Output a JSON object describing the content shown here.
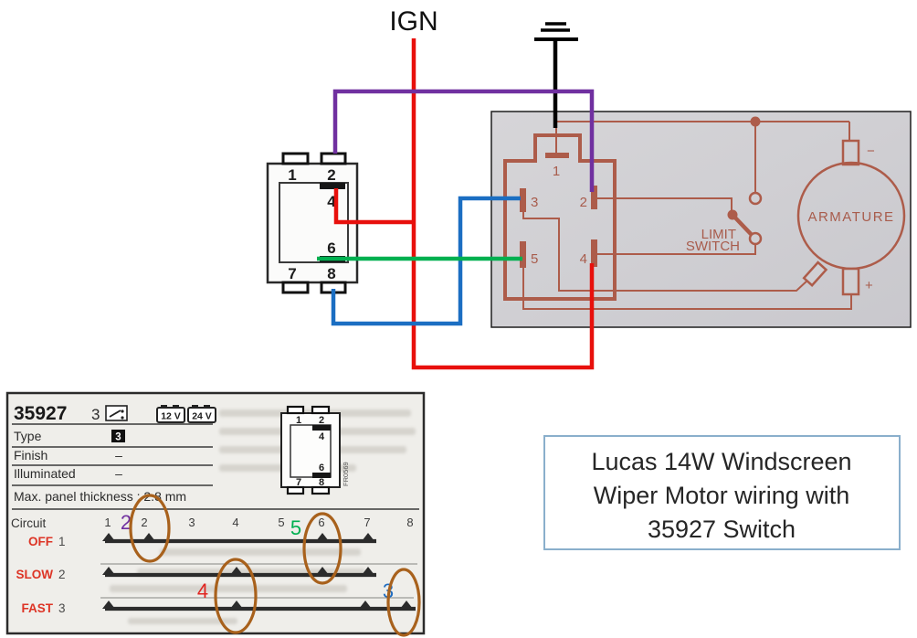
{
  "caption": {
    "line1": "Lucas 14W Windscreen",
    "line2": "Wiper Motor wiring with",
    "line3": "35927 Switch"
  },
  "wiring": {
    "ign_label": "IGN",
    "switch_connector": {
      "pin1": "1",
      "pin2": "2",
      "pin4": "4",
      "pin6": "6",
      "pin7": "7",
      "pin8": "8"
    },
    "motor": {
      "pin1": "1",
      "pin2": "2",
      "pin3": "3",
      "pin4": "4",
      "pin5": "5",
      "armature_label": "ARMATURE",
      "limit_switch_line1": "LIMIT",
      "limit_switch_line2": "SWITCH",
      "minus_label": "−",
      "plus_label": "+"
    }
  },
  "datasheet": {
    "part_number": "35927",
    "pole_count": "3",
    "voltage_badges": [
      "12 V",
      "24 V"
    ],
    "specs": [
      {
        "label": "Type",
        "value": "3"
      },
      {
        "label": "Finish",
        "value": "–"
      },
      {
        "label": "Illuminated",
        "value": "–"
      }
    ],
    "max_panel_thickness": "Max. panel thickness : 2.8 mm",
    "figure_code": "FR0569",
    "connector_pins": {
      "pin1": "1",
      "pin2": "2",
      "pin4": "4",
      "pin6": "6",
      "pin7": "7",
      "pin8": "8"
    },
    "circuit": {
      "header": "Circuit",
      "pin_columns": [
        "1",
        "2",
        "3",
        "4",
        "5",
        "6",
        "7",
        "8"
      ],
      "rows": [
        {
          "name": "OFF",
          "position": "1",
          "contacts": [
            1,
            2,
            6,
            7
          ],
          "bar_span_pins": [
            1,
            7
          ]
        },
        {
          "name": "SLOW",
          "position": "2",
          "contacts": [
            1,
            4,
            6,
            7
          ],
          "bar_span_pins": [
            1,
            7
          ]
        },
        {
          "name": "FAST",
          "position": "3",
          "contacts": [
            1,
            4,
            7,
            8
          ],
          "bar_span_pins": [
            1,
            8
          ]
        }
      ],
      "annotations": {
        "pin2": {
          "text": "2",
          "color": "#7030a0"
        },
        "pin6": {
          "text": "5",
          "color": "#00b050"
        },
        "pin4": {
          "text": "4",
          "color": "#e02520"
        },
        "pin8": {
          "text": "3",
          "color": "#1f6cc0"
        }
      }
    }
  },
  "colors": {
    "ignition_wire_red": "#e8100c",
    "pin2_wire_purple": "#7030a0",
    "pin6_wire_green": "#00b050",
    "pin8_wire_blue": "#1b6ec2",
    "ground_wire_black": "#000000",
    "motor_trace_orange": "#ad5c4a",
    "highlight_ellipse_brown": "#a8611c",
    "row_label_red": "#dd3425",
    "caption_border_blue": "#8aafcc"
  }
}
